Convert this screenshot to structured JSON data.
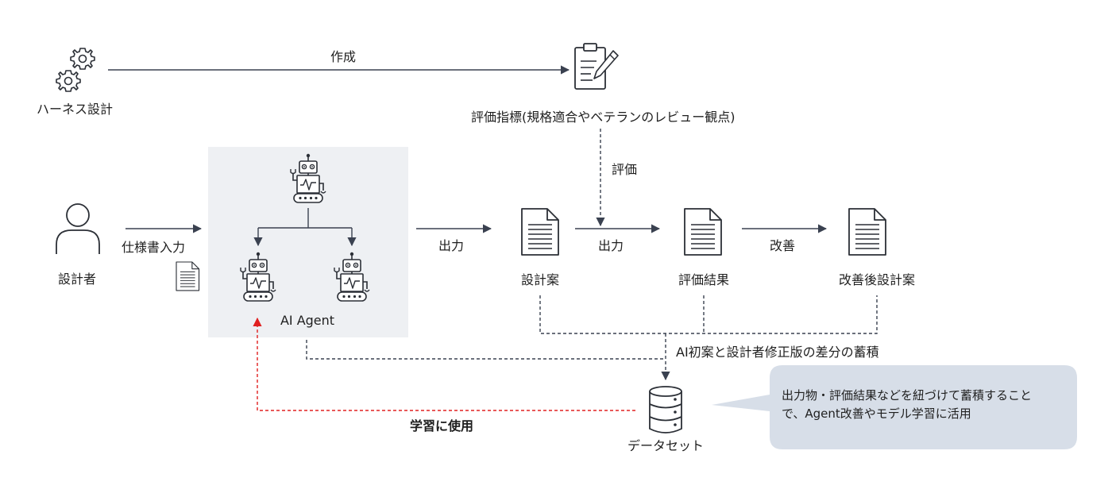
{
  "actors": {
    "harness_design": "ハーネス設計",
    "designer": "設計者"
  },
  "edges": {
    "create": "作成",
    "spec_input": "仕様書入力",
    "output_1": "出力",
    "output_2": "出力",
    "evaluate": "評価",
    "improve": "改善",
    "accumulate": "AI初案と設計者修正版の差分の蓄積",
    "use_for_learning": "学習に使用"
  },
  "nodes": {
    "criteria": "評価指標(規格適合やベテランのレビュー観点)",
    "ai_agent": "AI Agent",
    "draft_design": "設計案",
    "evaluation_result": "評価結果",
    "improved_design": "改善後設計案",
    "dataset": "データセット"
  },
  "callout": {
    "line1": "出力物・評価結果などを紐づけて蓄積すること",
    "line2": "で、Agent改善やモデル学習に活用"
  },
  "icons": [
    "gears-icon",
    "clipboard-pen-icon",
    "person-icon",
    "document-icon",
    "robot-icon",
    "database-icon"
  ],
  "colors": {
    "line": "#3a4150",
    "agent_box": "#eef0f3",
    "callout": "#d7dee8",
    "learning_arrow": "#e02020"
  }
}
